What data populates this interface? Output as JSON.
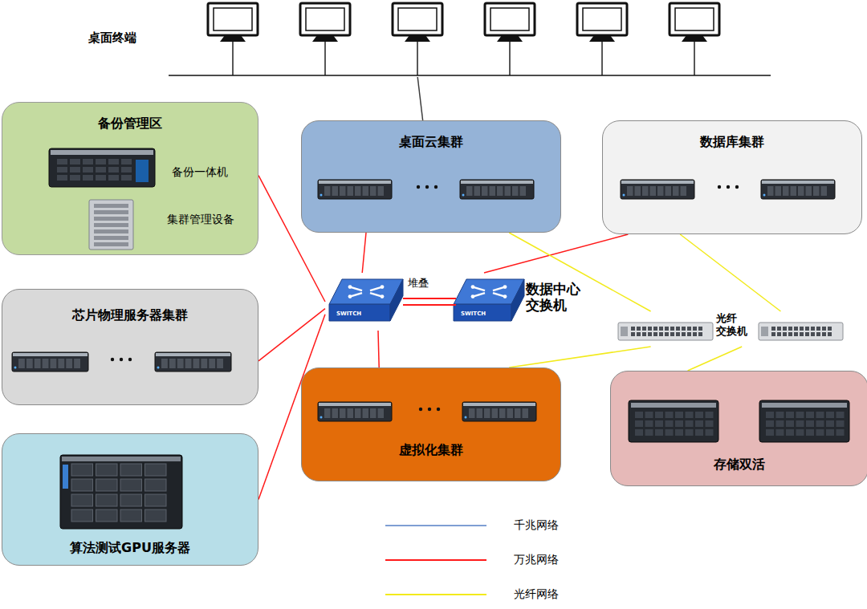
{
  "diagram": {
    "nodes": [
      {
        "text": [
          "桌面终端"
        ]
      },
      {
        "text": [
          "备份管理区",
          "备份一体机",
          "集群管理设备"
        ]
      },
      {
        "text": [
          "桌面云集群"
        ]
      },
      {
        "text": [
          "数据库集群"
        ]
      },
      {
        "text": [
          "芯片物理服务器集群"
        ]
      },
      {
        "text": [
          "数据中心 交换机"
        ]
      },
      {
        "text": [
          "光纤 交换机"
        ]
      },
      {
        "text": [
          "虚拟化集群"
        ]
      },
      {
        "text": [
          "存储双活"
        ]
      },
      {
        "text": [
          "算法测试GPU服务器"
        ]
      }
    ],
    "edges": [
      {
        "from": 0,
        "to": 2,
        "arrow": "none"
      },
      {
        "from": 1,
        "to": 5,
        "arrow": "none"
      },
      {
        "from": 4,
        "to": 5,
        "arrow": "none"
      },
      {
        "from": 9,
        "to": 5,
        "arrow": "none"
      },
      {
        "from": 2,
        "to": 5,
        "arrow": "none"
      },
      {
        "from": 3,
        "to": 5,
        "arrow": "none"
      },
      {
        "from": 7,
        "to": 5,
        "arrow": "none"
      },
      {
        "from": 2,
        "to": 6,
        "arrow": "none"
      },
      {
        "from": 3,
        "to": 6,
        "arrow": "none"
      },
      {
        "from": 7,
        "to": 6,
        "arrow": "none"
      },
      {
        "from": 8,
        "to": 6,
        "arrow": "none"
      }
    ],
    "labels": [
      "堆叠",
      "SWITCH",
      "SWITCH"
    ],
    "legend": [
      {
        "text": "千兆网络"
      },
      {
        "text": "万兆网络"
      },
      {
        "text": "光纤网络"
      }
    ]
  }
}
